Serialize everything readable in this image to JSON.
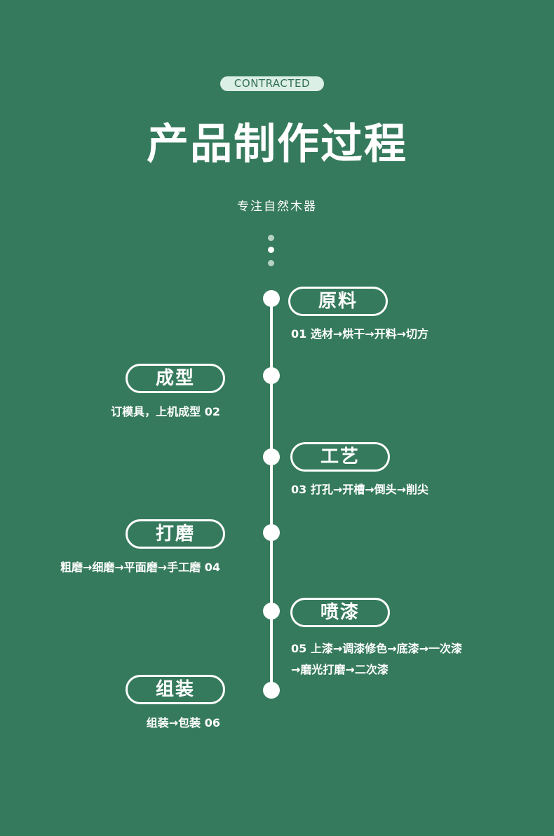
{
  "header": {
    "badge": "CONTRACTED",
    "title": "产品制作过程",
    "subtitle": "专注自然木器"
  },
  "steps": [
    {
      "label": "原料",
      "desc": "01  选材→烘干→开料→切方"
    },
    {
      "label": "成型",
      "desc": "订模具，上机成型 02"
    },
    {
      "label": "工艺",
      "desc": "03 打孔→开槽→倒头→削尖"
    },
    {
      "label": "打磨",
      "desc": "粗磨→细磨→平面磨→手工磨 04"
    },
    {
      "label": "喷漆",
      "desc": "05 上漆→调漆修色→底漆→一次漆",
      "desc2": "→磨光打磨→二次漆"
    },
    {
      "label": "组装",
      "desc": "组装→包装 06"
    }
  ],
  "colors": {
    "background": "#357a5c",
    "badge_bg": "#dcefe6",
    "badge_text": "#2f6e53",
    "foreground": "#ffffff"
  }
}
